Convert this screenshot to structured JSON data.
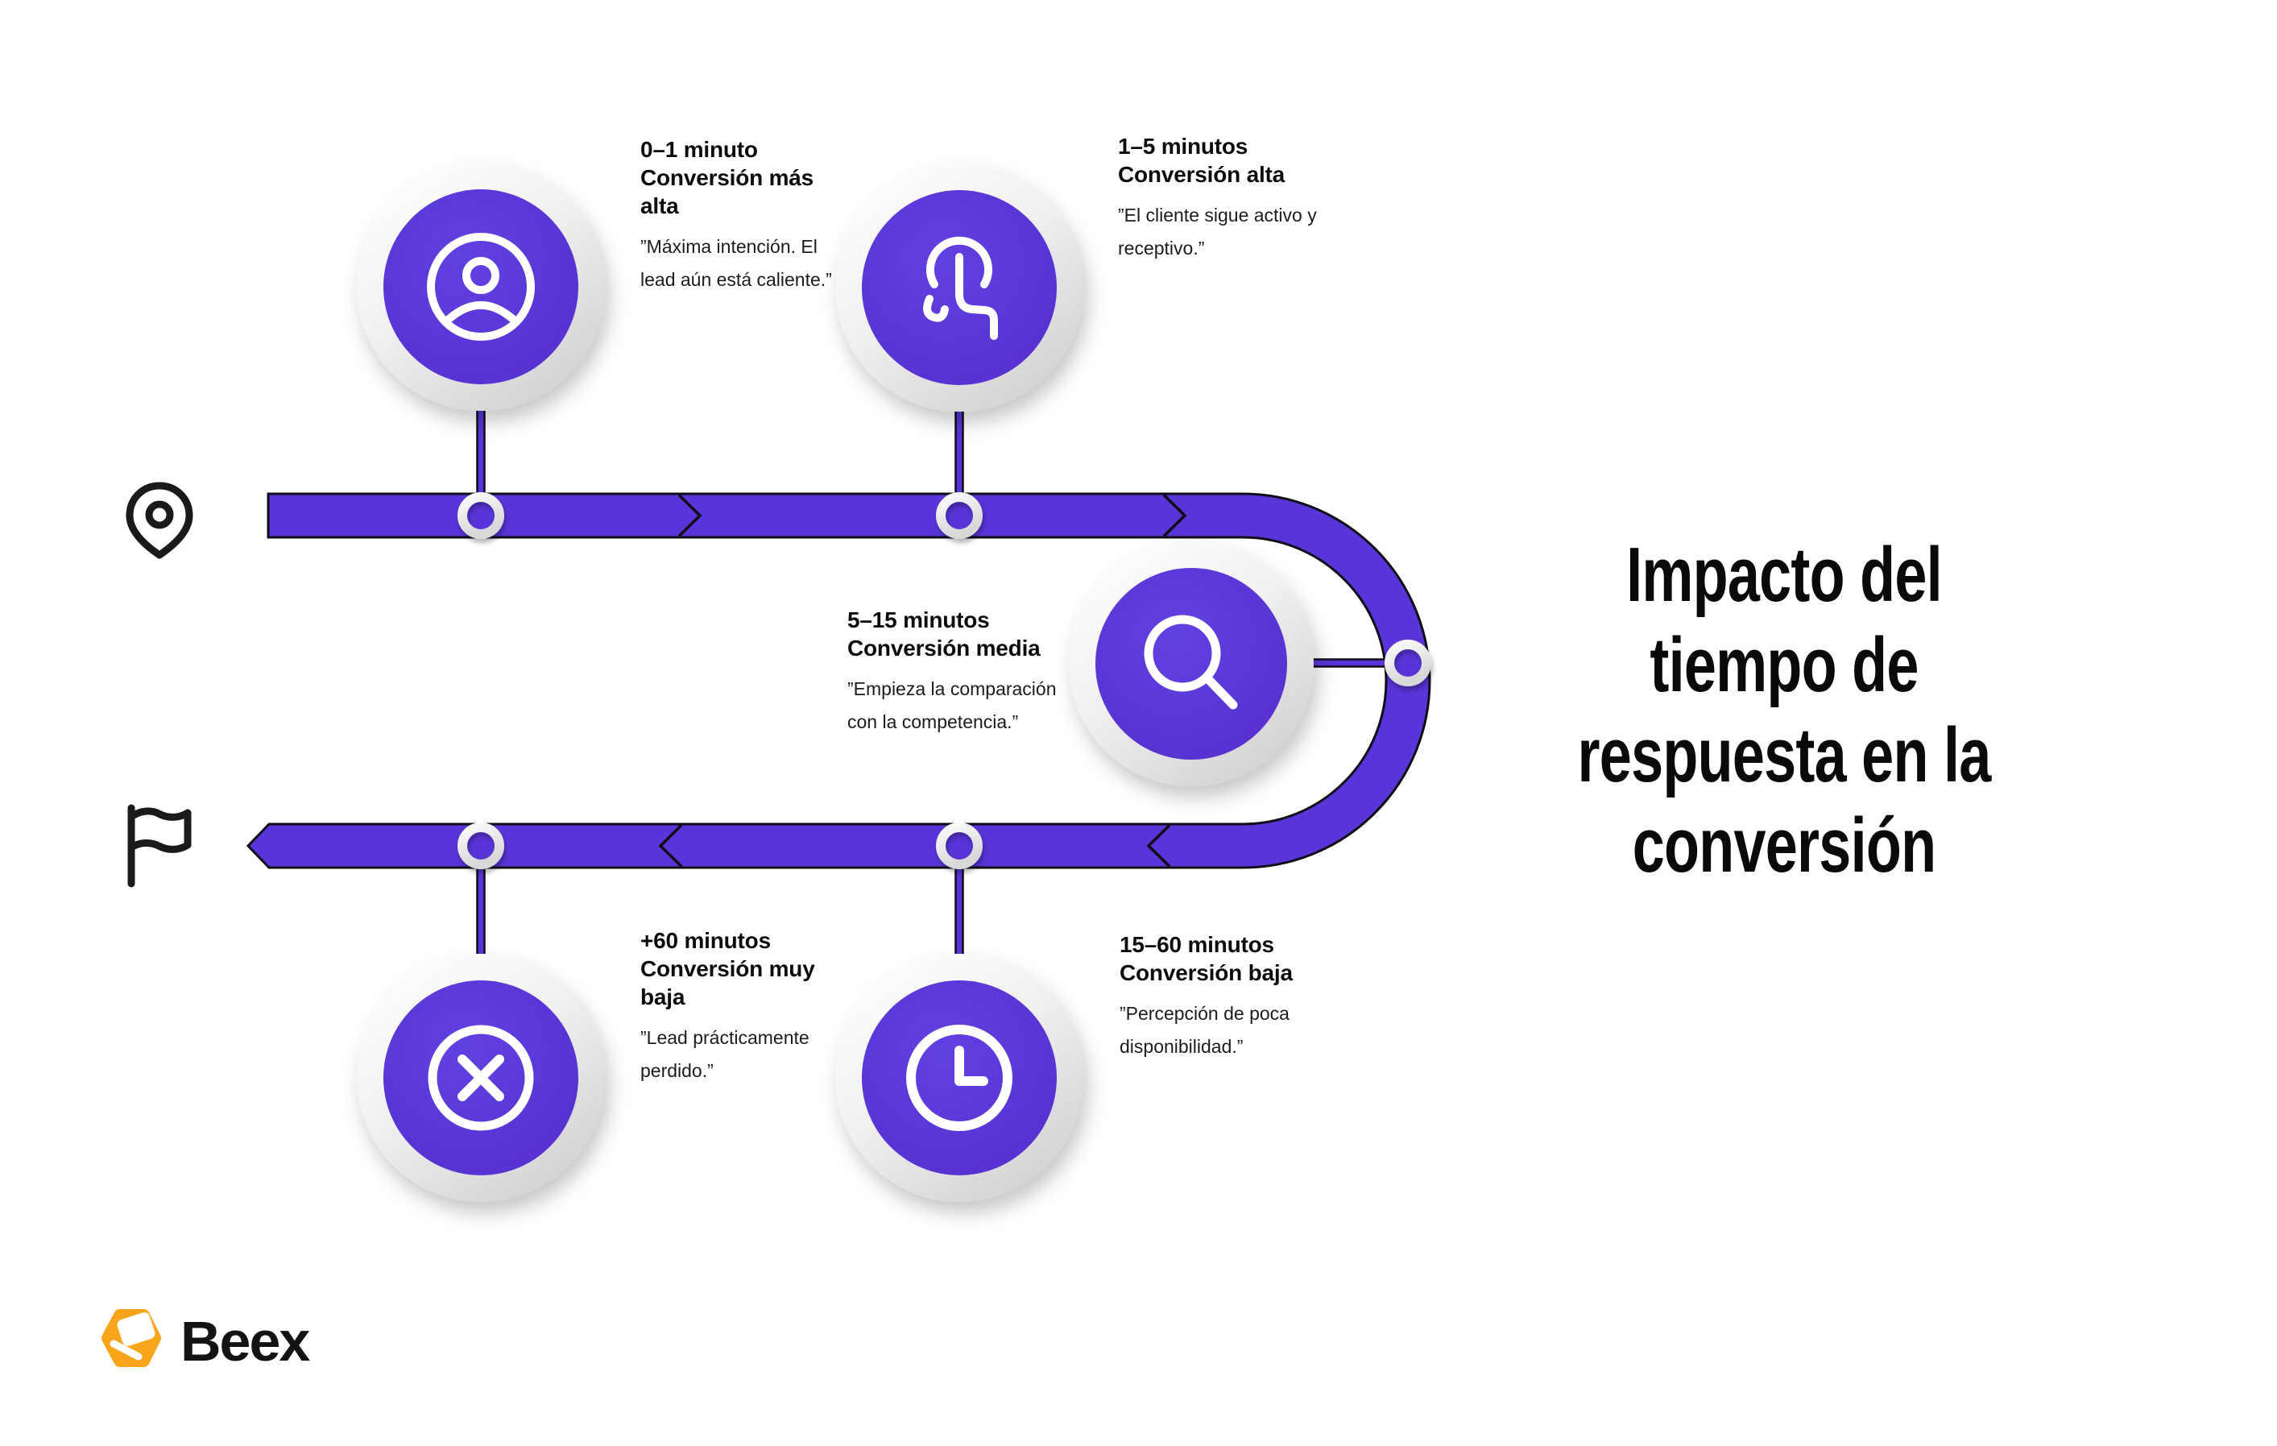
{
  "title": "Impacto del tiempo de respuesta en la conversión",
  "brand": {
    "name": "Beex",
    "logo_icon": "beex-hexagon-logo",
    "logo_color": "#F9A51B"
  },
  "colors": {
    "purple": "#5934D8",
    "outline": "#0F0D17",
    "medal_gray": "#D7D7D7",
    "ring_gray": "#EFEFEF",
    "title_text": "#0A0A0A",
    "body_text": "#1C1C1C"
  },
  "timeline": {
    "start_icon": "location-pin-icon",
    "end_icon": "flag-icon"
  },
  "milestones": [
    {
      "range": "0–1 minuto",
      "label": "Conversión más alta",
      "quote": "”Máxima intención. El lead aún está caliente.”",
      "icon": "user-icon"
    },
    {
      "range": "1–5 minutos",
      "label": "Conversión alta",
      "quote": "”El cliente sigue activo y receptivo.”",
      "icon": "tap-icon"
    },
    {
      "range": "5–15 minutos",
      "label": "Conversión media",
      "quote": "”Empieza la comparación con la competencia.”",
      "icon": "search-icon"
    },
    {
      "range": "15–60 minutos",
      "label": "Conversión baja",
      "quote": "”Percepción de poca disponibilidad.”",
      "icon": "clock-icon"
    },
    {
      "range": "+60 minutos",
      "label": "Conversión muy baja",
      "quote": "”Lead prácticamente perdido.”",
      "icon": "x-circle-icon"
    }
  ]
}
